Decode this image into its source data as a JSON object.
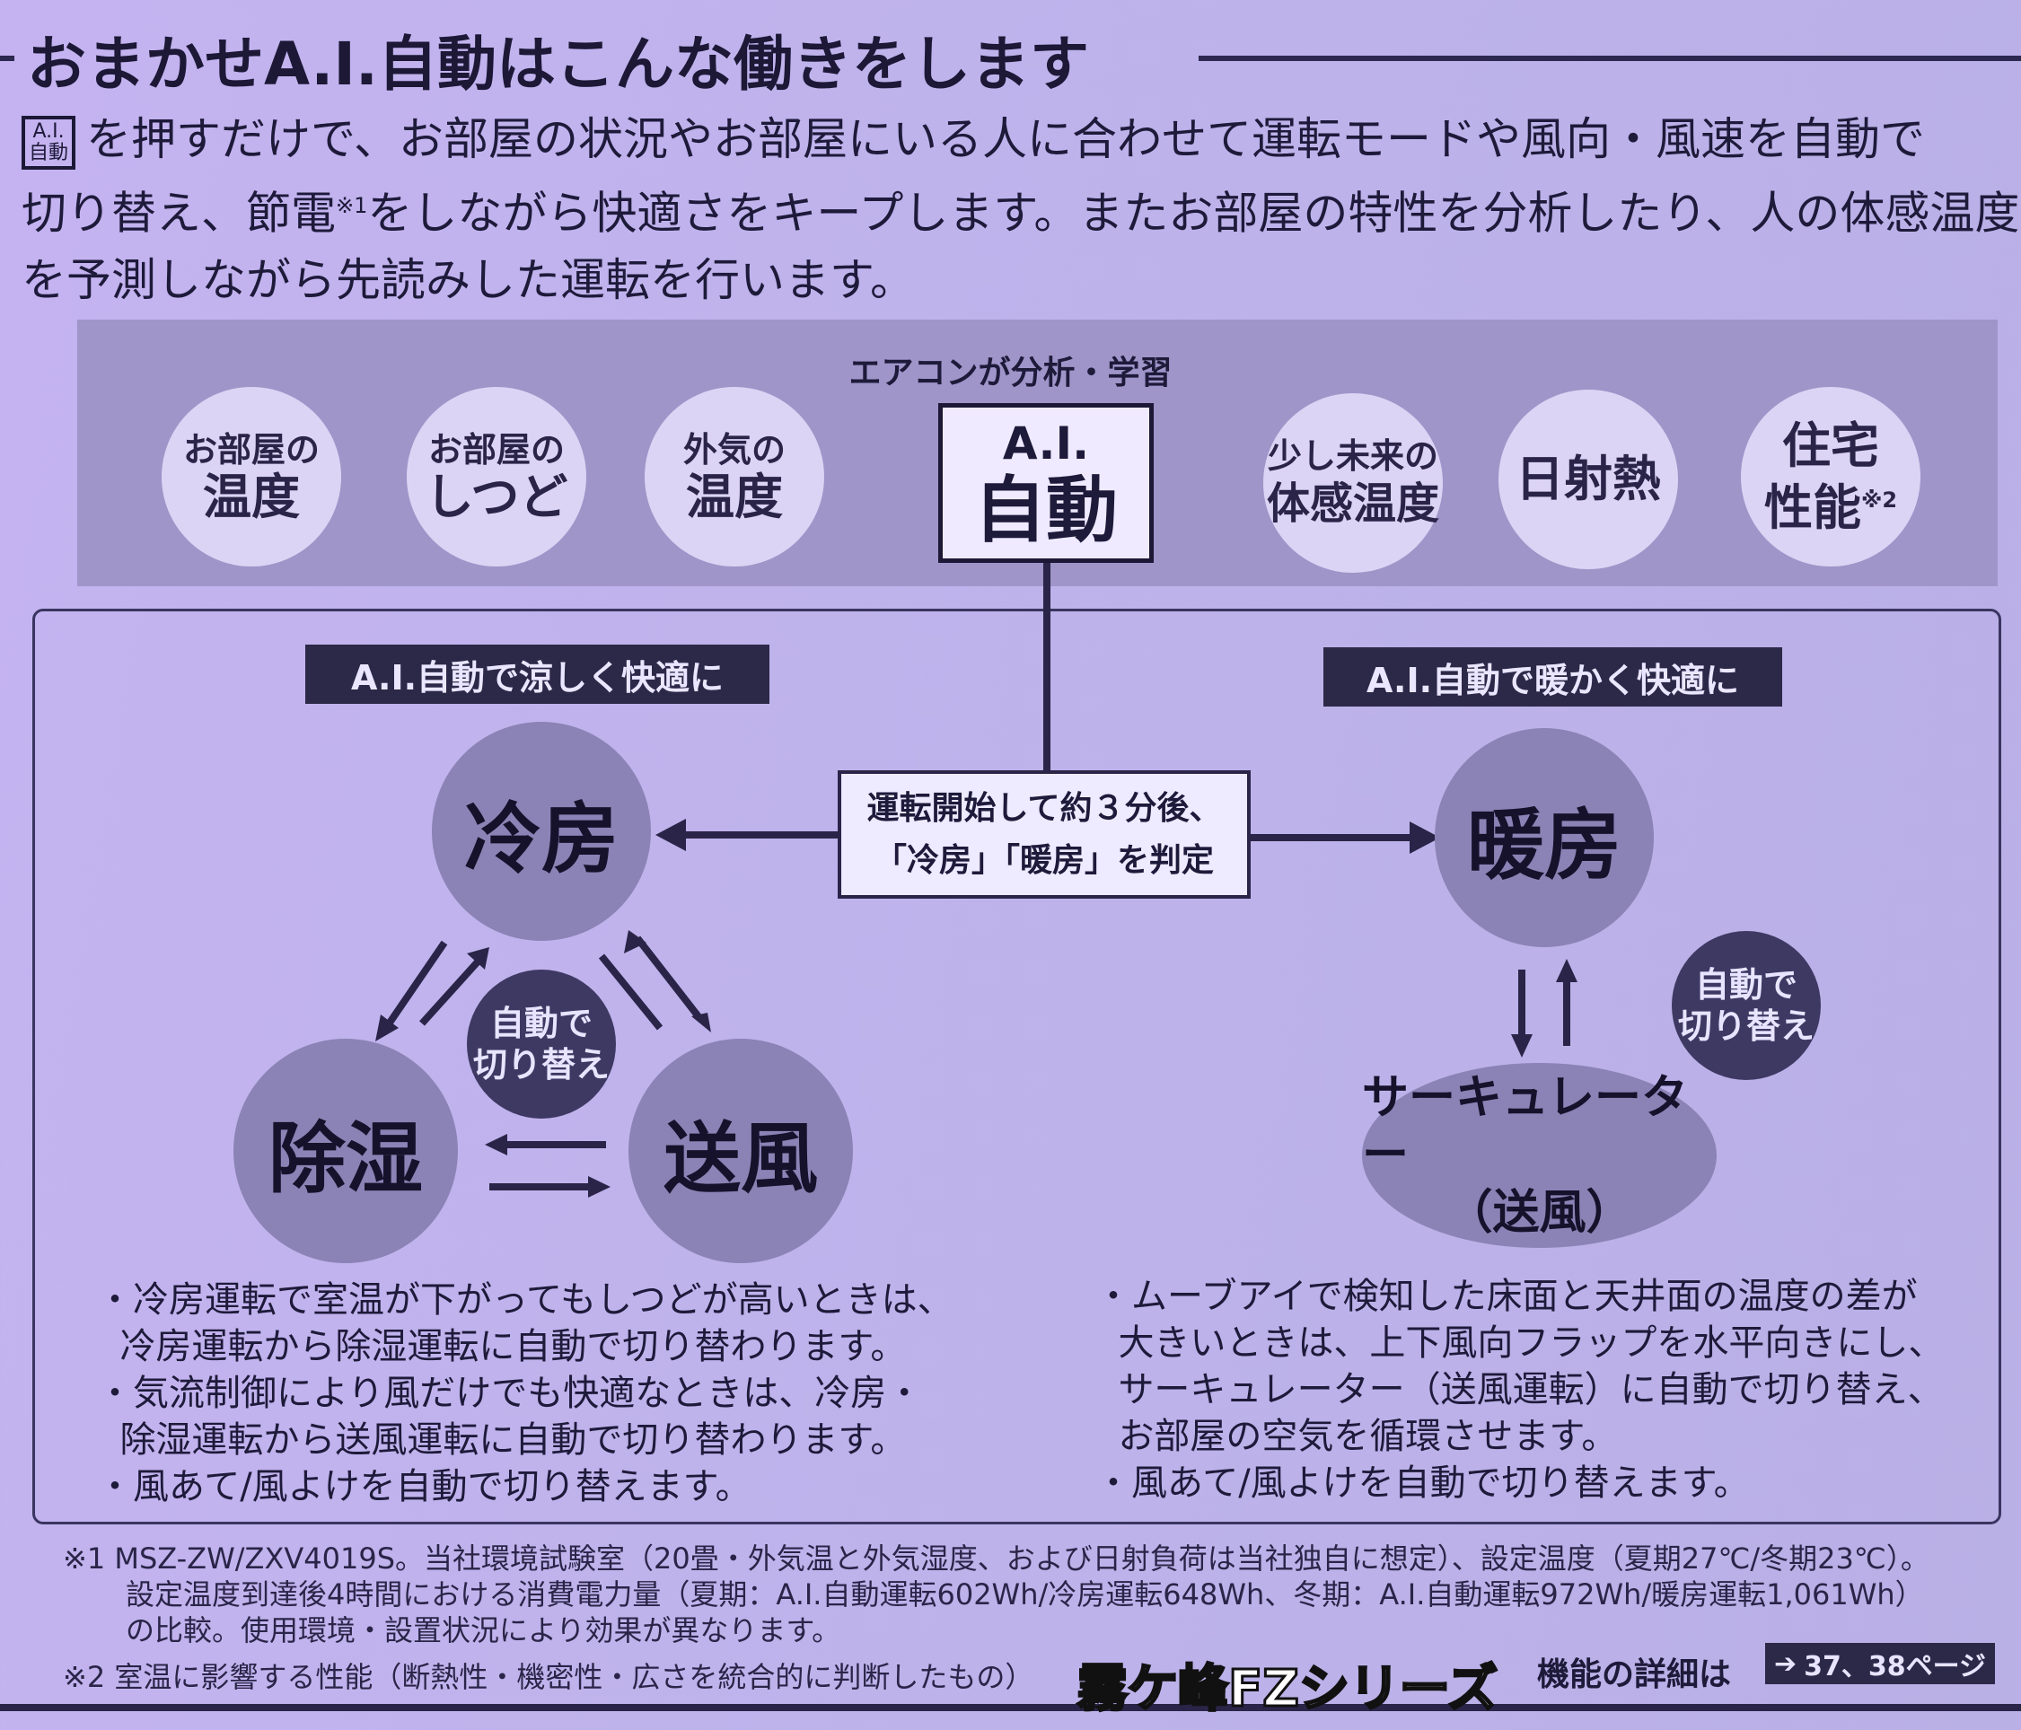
{
  "title": "おまかせA.I.自動はこんな働きをします",
  "intro": {
    "key_badge_top": "A.I.",
    "key_badge_bottom": "自動",
    "line1": "を押すだけで、お部屋の状況やお部屋にいる人に合わせて運転モードや風向・風速を自動で",
    "line2a": "切り替え、節電",
    "line2_note": "※1",
    "line2b": "をしながら快適さをキープします。またお部屋の特性を分析したり、人の体感温度",
    "line3": "を予測しながら先読みした運転を行います。"
  },
  "analysis": {
    "label": "エアコンが分析・学習",
    "factors": [
      {
        "small": "お部屋の",
        "big": "温度"
      },
      {
        "small": "お部屋の",
        "big": "しつど"
      },
      {
        "small": "外気の",
        "big": "温度"
      },
      {
        "small": "少し未来の",
        "big": "体感温度"
      },
      {
        "small": "",
        "big": "日射熱"
      },
      {
        "small": "住宅",
        "big": "性能",
        "note": "※2"
      }
    ],
    "ai_box_top": "A.I.",
    "ai_box_bottom": "自動"
  },
  "cooling": {
    "label": "A.I.自動で涼しく快適に",
    "modes": [
      "冷房",
      "除湿",
      "送風"
    ],
    "switch_line1": "自動で",
    "switch_line2": "切り替え",
    "bullets": [
      [
        "冷房運転で室温が下がってもしつどが高いときは、",
        "冷房運転から除湿運転に自動で切り替わります。"
      ],
      [
        "気流制御により風だけでも快適なときは、冷房・",
        "除湿運転から送風運転に自動で切り替わります。"
      ],
      [
        "風あて/風よけを自動で切り替えます。"
      ]
    ]
  },
  "decision": {
    "line1": "運転開始して約３分後、",
    "line2": "「冷房」「暖房」を判定"
  },
  "heating": {
    "label": "A.I.自動で暖かく快適に",
    "mode": "暖房",
    "circulator_line1": "サーキュレーター",
    "circulator_line2": "（送風）",
    "switch_line1": "自動で",
    "switch_line2": "切り替え",
    "bullets": [
      [
        "ムーブアイで検知した床面と天井面の温度の差が",
        "大きいときは、上下風向フラップを水平向きにし、",
        "サーキュレーター（送風運転）に自動で切り替え、",
        "お部屋の空気を循環させます。"
      ],
      [
        "風あて/風よけを自動で切り替えます。"
      ]
    ]
  },
  "footnotes": {
    "note1_line1": "※1 MSZ-ZW/ZXV4019S。当社環境試験室（20畳・外気温と外気湿度、および日射負荷は当社独自に想定）、設定温度（夏期27℃/冬期23℃）。",
    "note1_line2": "設定温度到達後4時間における消費電力量（夏期：A.I.自動運転602Wh/冷房運転648Wh、冬期：A.I.自動運転972Wh/暖房運転1,061Wh）",
    "note1_line3": "の比較。使用環境・設置状況により効果が異なります。",
    "note2": "※2 室温に影響する性能（断熱性・機密性・広さを統合的に判断したもの）"
  },
  "detail_label": "機能の詳細は",
  "detail_pages": "37、38ページ",
  "watermark": "霧ケ峰FZシリーズ"
}
